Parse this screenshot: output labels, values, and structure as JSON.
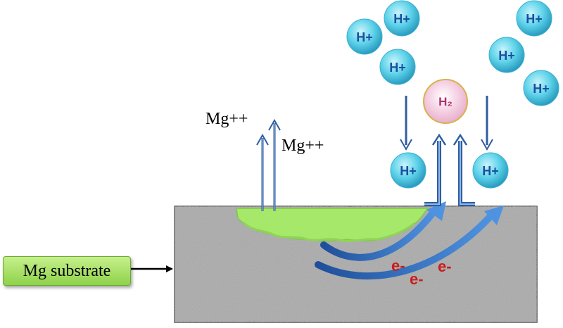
{
  "diagram": {
    "substrate_label": "Mg substrate",
    "mg_ion_labels": [
      "Mg++",
      "Mg++"
    ],
    "h_ion_label": "H+",
    "h2_label": "H₂",
    "electron_label": "e-",
    "colors": {
      "substrate": "#9a9a9a",
      "corrosion_product": "#a6e86a",
      "ion_fill": "#56d0e8",
      "h2_fill": "#f2c6dc",
      "h2_text": "#b0306f",
      "ion_text": "#1a4fa0",
      "electron_text": "#c81e1e",
      "arrow_blue": "#2f6db8",
      "label_green": "#a6e06a"
    }
  }
}
